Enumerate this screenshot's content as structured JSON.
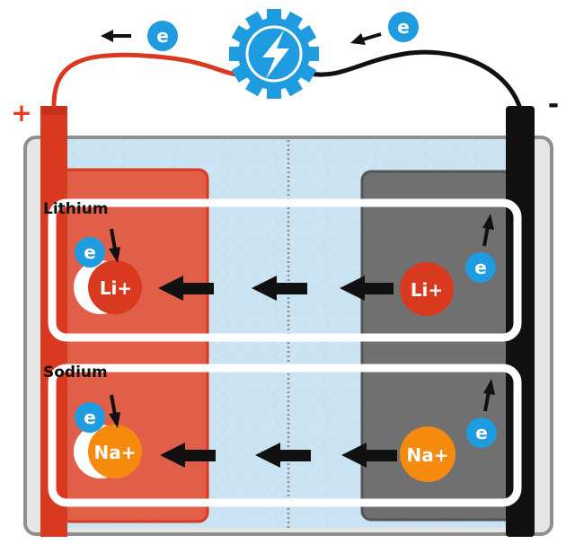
{
  "terminals": {
    "positive": "+",
    "negative": "-"
  },
  "electron": "e",
  "rows": [
    {
      "label": "Lithium",
      "ion": "Li+"
    },
    {
      "label": "Sodium",
      "ion": "Na+"
    }
  ],
  "colors": {
    "electrolyte": "#c9e3f3",
    "cathode": "#e15f49",
    "cathode_terminal": "#d9391f",
    "anode": "#707070",
    "anode_terminal": "#111111",
    "lithium_ion": "#d9391f",
    "sodium_ion": "#f58a0f",
    "electron": "#1f9be0",
    "bulb": "#1f9be0",
    "positive_wire": "#d9391f",
    "negative_wire": "#111111"
  },
  "icons": {
    "load": "lightning-gear-icon"
  }
}
